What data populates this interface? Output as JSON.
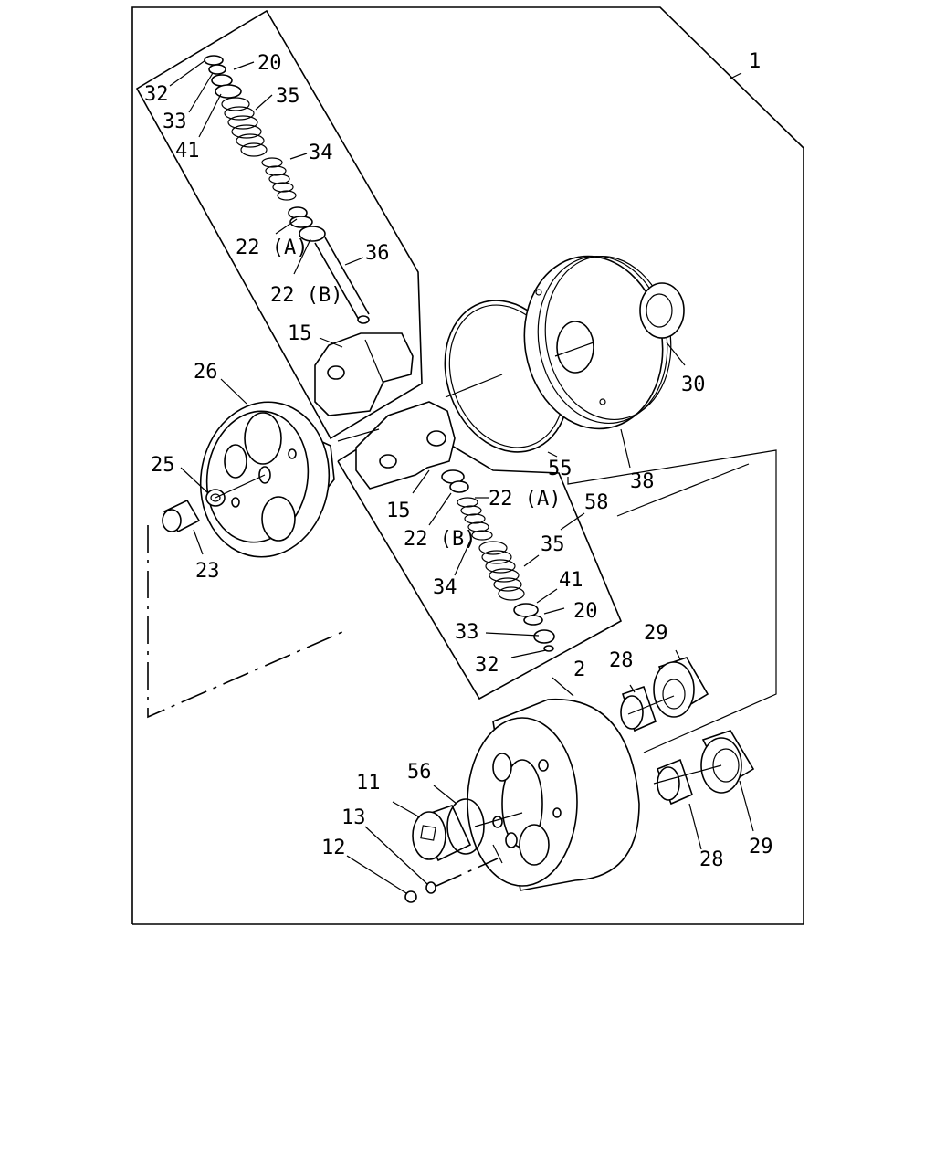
{
  "labels": {
    "p1": "1",
    "p2": "2",
    "p11": "11",
    "p12": "12",
    "p13": "13",
    "p15a": "15",
    "p15b": "15",
    "p20a": "20",
    "p20b": "20",
    "p22a_top": "22 (A)",
    "p22b_top": "22 (B)",
    "p22a_bot": "22 (A)",
    "p22b_bot": "22 (B)",
    "p23": "23",
    "p25": "25",
    "p26": "26",
    "p28a": "28",
    "p28b": "28",
    "p29a": "29",
    "p29b": "29",
    "p30": "30",
    "p32a": "32",
    "p32b": "32",
    "p33a": "33",
    "p33b": "33",
    "p34a": "34",
    "p34b": "34",
    "p35a": "35",
    "p35b": "35",
    "p36": "36",
    "p38": "38",
    "p41a": "41",
    "p41b": "41",
    "p55": "55",
    "p56": "56",
    "p58": "58"
  }
}
